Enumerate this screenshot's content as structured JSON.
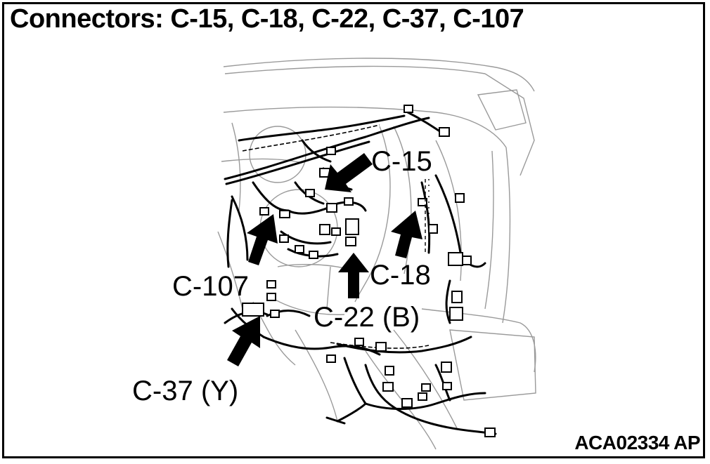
{
  "title": "Connectors: C-15, C-18, C-22, C-37, C-107",
  "figure_code": "ACA02334 AP",
  "callouts": {
    "c15": "C-15",
    "c18": "C-18",
    "c22": "C-22 (B)",
    "c37": "C-37 (Y)",
    "c107": "C-107"
  }
}
